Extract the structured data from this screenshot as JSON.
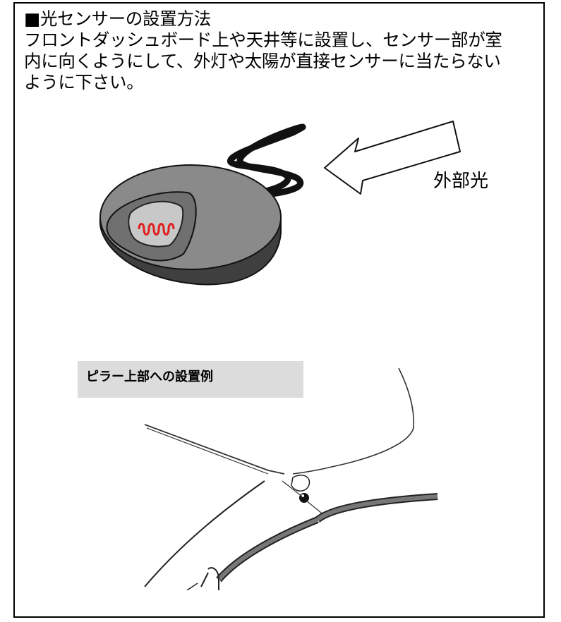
{
  "document": {
    "heading": "■光センサーの設置方法",
    "instruction_line_1": "フロントダッシュボード上や天井等に設置し、センサー部が室",
    "instruction_line_2": "内に向くようにして、外灯や太陽が直接センサーに当たらない",
    "instruction_line_3": "ように下さい。"
  },
  "sensor_figure": {
    "light_label": "外部光",
    "sensor_accent_color": "#e02020",
    "body_color": "#8a8a8a"
  },
  "installation_example": {
    "caption": "ピラー上部への設置例",
    "caption_background": "#dcdcdc"
  }
}
